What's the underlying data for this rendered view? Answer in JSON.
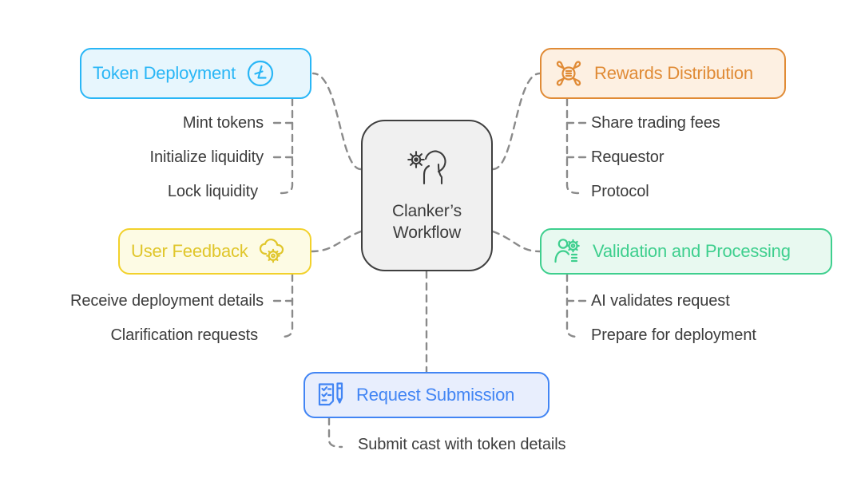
{
  "diagram": {
    "type": "mind-map",
    "background": "#ffffff",
    "center": {
      "label_line1": "Clanker’s",
      "label_line2": "Workflow",
      "icon": "gear-robot-head-icon",
      "border_color": "#3f3f3f",
      "fill_color": "#f0f0f0"
    },
    "branches": [
      {
        "id": "token-deployment",
        "label": "Token Deployment",
        "icon": "litecoin-coin-icon",
        "icon_side": "right",
        "color": "#29b6f6",
        "fill": "#e7f6fd",
        "leaves": [
          "Mint tokens",
          "Initialize liquidity",
          "Lock liquidity"
        ]
      },
      {
        "id": "rewards-distribution",
        "label": "Rewards Distribution",
        "icon": "chain-link-coin-icon",
        "icon_side": "left",
        "color": "#e08b36",
        "fill": "#fdf0e2",
        "leaves": [
          "Share trading fees",
          "Requestor",
          "Protocol"
        ]
      },
      {
        "id": "user-feedback",
        "label": "User Feedback",
        "icon": "cloud-gear-icon",
        "icon_side": "right",
        "color": "#e0c62b",
        "fill": "#fdfbe4",
        "leaves": [
          "Receive deployment details",
          "Clarification requests"
        ]
      },
      {
        "id": "validation-processing",
        "label": "Validation and Processing",
        "icon": "person-gear-icon",
        "icon_side": "left",
        "color": "#3ecf8e",
        "fill": "#e8f9f0",
        "leaves": [
          "AI validates request",
          "Prepare for deployment"
        ]
      },
      {
        "id": "request-submission",
        "label": "Request Submission",
        "icon": "clipboard-pen-icon",
        "icon_side": "left",
        "color": "#4285f4",
        "fill": "#e8eefd",
        "leaves": [
          "Submit cast with token details"
        ]
      }
    ],
    "connector": {
      "style": "dashed",
      "color": "#8a8a8a"
    }
  }
}
